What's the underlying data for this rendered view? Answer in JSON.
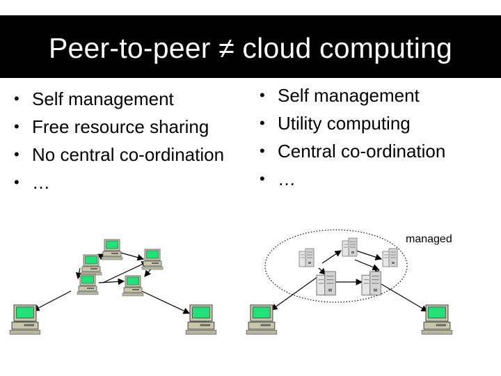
{
  "slide": {
    "title": "Peer-to-peer ≠ cloud computing"
  },
  "left_column": {
    "items": [
      "Self management",
      "Free resource sharing",
      "No central co-ordination",
      "…"
    ]
  },
  "right_column": {
    "items": [
      "Self management",
      "Utility computing",
      "Central co-ordination",
      "…"
    ]
  },
  "diagram": {
    "managed_label": "managed",
    "colors": {
      "screen": "#22e07a",
      "computer_body": "#c8c8a8",
      "server": "#d8d8d8",
      "arrow": "#000000"
    }
  }
}
